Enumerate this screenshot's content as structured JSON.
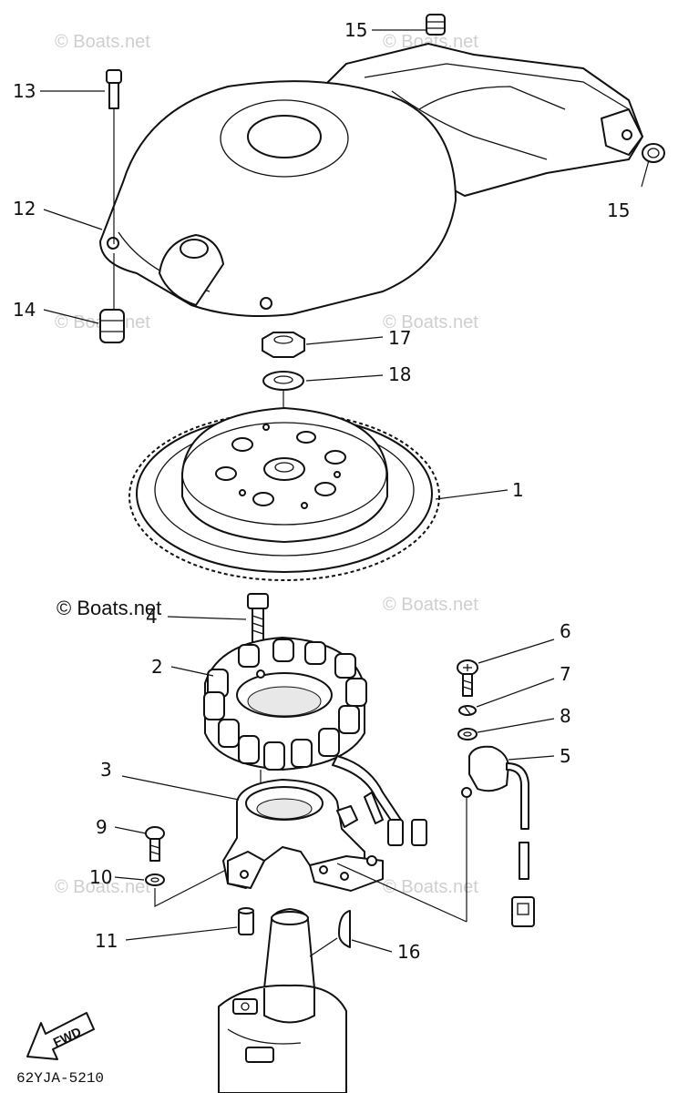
{
  "diagram": {
    "figure_code": "62YJA-5210",
    "direction_label": "FWD",
    "watermark_primary": "© Boats.net",
    "watermark_faint": "© Boats.net",
    "callouts": {
      "c1": "1",
      "c2": "2",
      "c3": "3",
      "c4": "4",
      "c5": "5",
      "c6": "6",
      "c7": "7",
      "c8": "8",
      "c9": "9",
      "c10": "10",
      "c11": "11",
      "c12": "12",
      "c13": "13",
      "c14": "14",
      "c15a": "15",
      "c15b": "15",
      "c16": "16",
      "c17": "17",
      "c18": "18"
    }
  },
  "colors": {
    "line": "#111111",
    "background": "#ffffff",
    "watermark": "#cfcfcf"
  }
}
